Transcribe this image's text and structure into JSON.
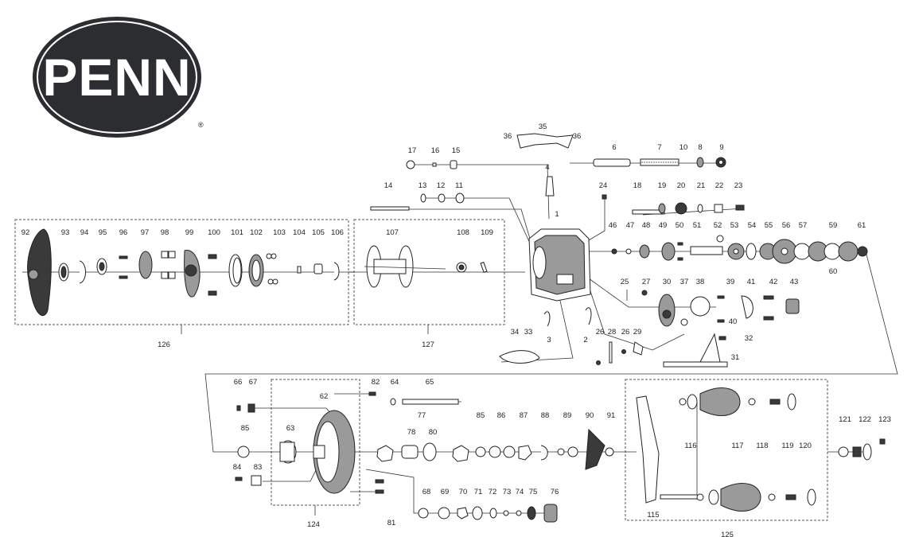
{
  "brand": {
    "logo_text": "PENN",
    "registered_mark": "®",
    "colors": {
      "logo_bg": "#2b2d31",
      "logo_text": "#ffffff"
    }
  },
  "part_numbers": [
    "1",
    "2",
    "3",
    "4",
    "6",
    "7",
    "8",
    "9",
    "10",
    "11",
    "12",
    "13",
    "14",
    "15",
    "16",
    "17",
    "18",
    "19",
    "20",
    "21",
    "22",
    "23",
    "24",
    "25",
    "26",
    "26",
    "27",
    "28",
    "29",
    "30",
    "31",
    "32",
    "33",
    "34",
    "35",
    "36",
    "36",
    "37",
    "38",
    "39",
    "40",
    "41",
    "42",
    "43",
    "46",
    "47",
    "48",
    "49",
    "50",
    "51",
    "52",
    "53",
    "54",
    "55",
    "56",
    "57",
    "59",
    "60",
    "61",
    "62",
    "63",
    "64",
    "65",
    "66",
    "67",
    "68",
    "69",
    "70",
    "71",
    "72",
    "73",
    "74",
    "75",
    "76",
    "77",
    "78",
    "80",
    "81",
    "82",
    "83",
    "84",
    "85",
    "85",
    "86",
    "87",
    "88",
    "89",
    "90",
    "91",
    "92",
    "93",
    "94",
    "95",
    "96",
    "97",
    "98",
    "99",
    "100",
    "101",
    "102",
    "103",
    "104",
    "105",
    "106",
    "107",
    "108",
    "109",
    "115",
    "116",
    "117",
    "118",
    "119",
    "120",
    "121",
    "122",
    "123",
    "124",
    "125",
    "126",
    "127"
  ],
  "group_labels": {
    "left_group": "126",
    "spool_group": "127",
    "sideplate_group": "124",
    "handle_group": "125"
  }
}
